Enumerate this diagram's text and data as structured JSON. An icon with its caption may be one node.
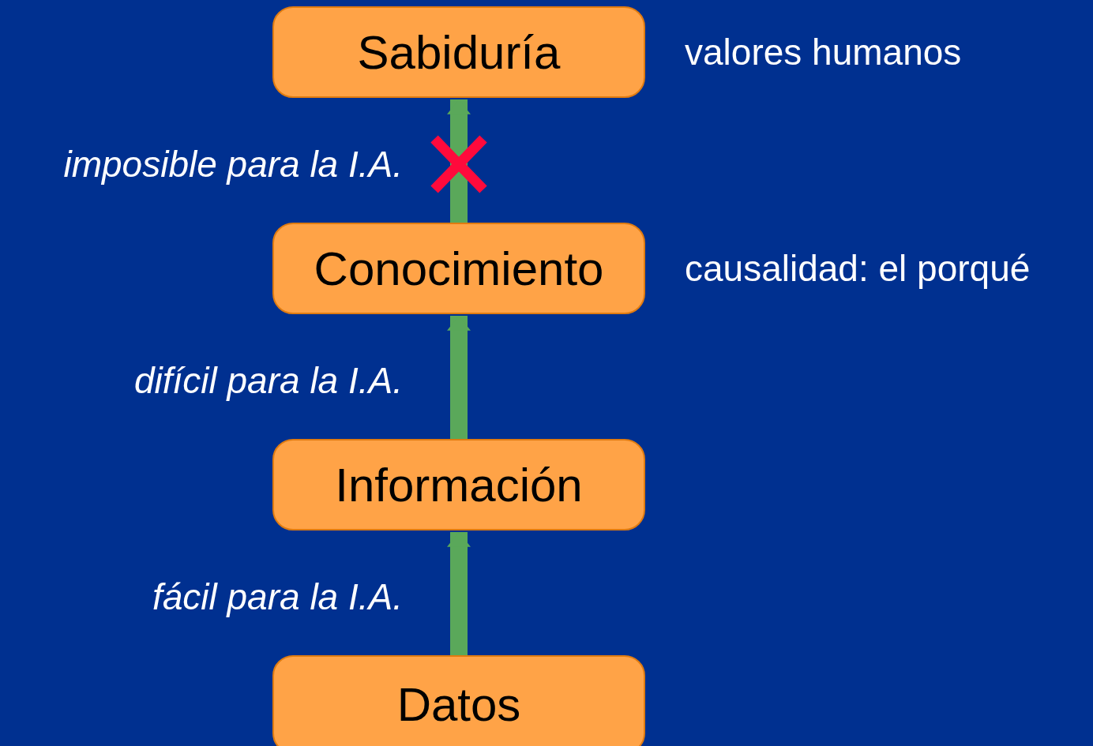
{
  "diagram": {
    "nodes": [
      {
        "text": [
          "Sabiduría"
        ],
        "beside": [
          "valores humanos"
        ]
      },
      {
        "text": [
          "Conocimiento"
        ],
        "beside": [
          "causalidad: el porqué"
        ]
      },
      {
        "text": [
          "Información"
        ]
      },
      {
        "text": [
          "Datos"
        ]
      }
    ],
    "edges": [
      {
        "from": 3,
        "to": 2,
        "arrow": "to",
        "label": "fácil para la I.A."
      },
      {
        "from": 2,
        "to": 1,
        "arrow": "to",
        "label": "difícil para la I.A."
      },
      {
        "from": 1,
        "to": 0,
        "arrow": "to",
        "label": "imposible para la I.A."
      }
    ]
  }
}
